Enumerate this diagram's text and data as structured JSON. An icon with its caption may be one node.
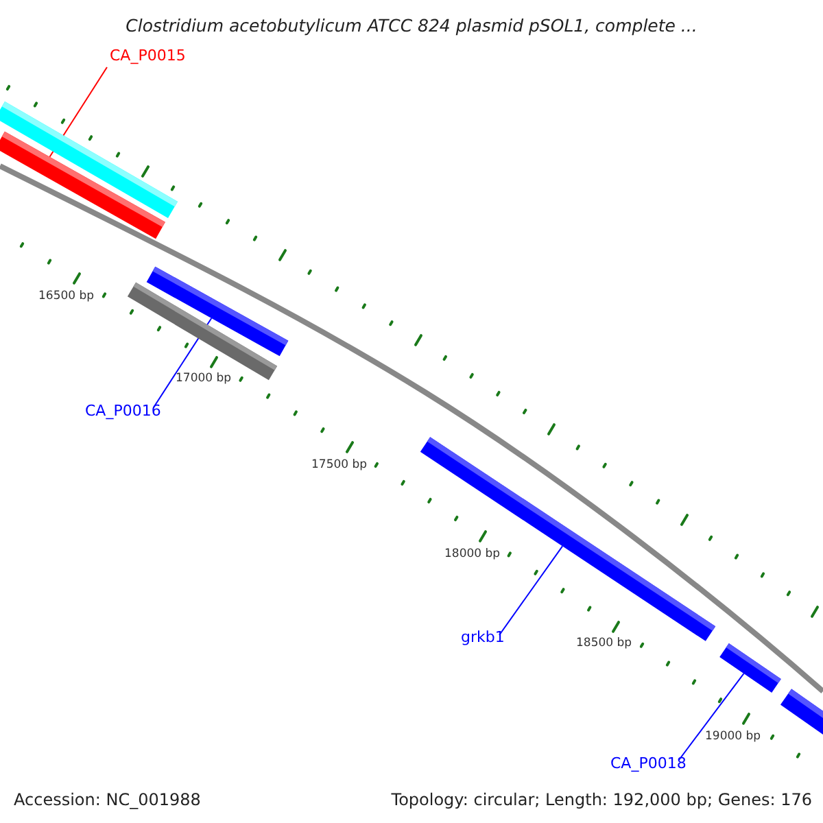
{
  "diagram": {
    "title": "Clostridium acetobutylicum ATCC 824 plasmid pSOL1, complete ...",
    "nodes": [
      {
        "text": [
          "CA_P0015"
        ]
      },
      {
        "text": [],
        "shape": "bar"
      },
      {
        "text": [],
        "shape": "bar"
      },
      {
        "text": [],
        "shape": "bar"
      },
      {
        "text": [],
        "shape": "bar"
      },
      {
        "text": [
          "CA_P0016"
        ]
      },
      {
        "text": [],
        "shape": "bar"
      },
      {
        "text": [
          "grkb1"
        ]
      },
      {
        "text": [],
        "shape": "bar"
      },
      {
        "text": [],
        "shape": "bar"
      },
      {
        "text": [
          "CA_P0018"
        ]
      }
    ],
    "edges": [
      {
        "from": 0,
        "to": 2,
        "arrow": "none",
        "color": "#ff0000"
      },
      {
        "from": 5,
        "to": 3,
        "arrow": "none"
      },
      {
        "from": 7,
        "to": 6,
        "arrow": "none"
      },
      {
        "from": 10,
        "to": 8,
        "arrow": "none"
      }
    ],
    "labels": [
      "16500 bp",
      "17000 bp",
      "17500 bp",
      "18000 bp",
      "18500 bp",
      "19000 bp",
      "Accession: NC_001988",
      "Topology: circular; Length: 192,000 bp; Genes: 176"
    ]
  }
}
